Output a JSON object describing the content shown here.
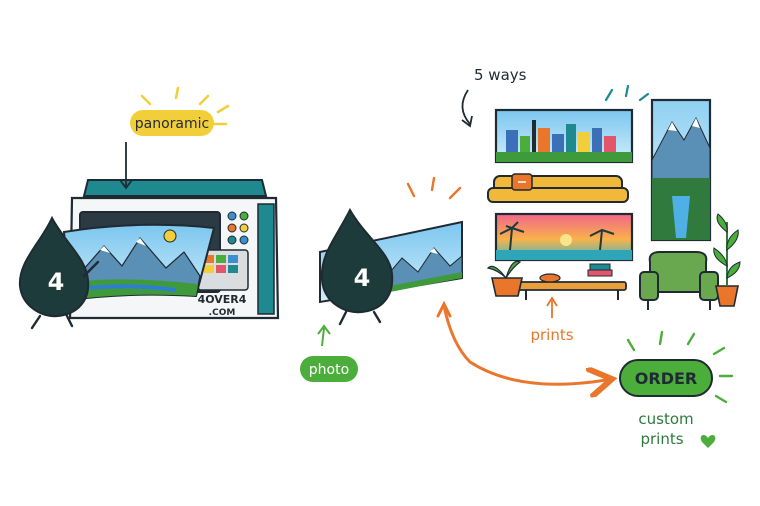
{
  "labels": {
    "panoramic": "panoramic",
    "ways": "5 ways",
    "photo": "photo",
    "prints": "prints",
    "order": "ORDER",
    "custom": "custom",
    "prints_tag": "prints",
    "brand_line1": "4OVER4",
    "brand_line2": ".COM",
    "mascot_number": "4",
    "mascot2_number": "4"
  },
  "colors": {
    "ink": "#1f2a33",
    "teal": "#1e8a8f",
    "yellow": "#f2cf3a",
    "green": "#4cae3a",
    "orange": "#e9762b",
    "mascot": "#1d3b3a",
    "sofa": "#f0b93a",
    "chair": "#6aa84f"
  }
}
